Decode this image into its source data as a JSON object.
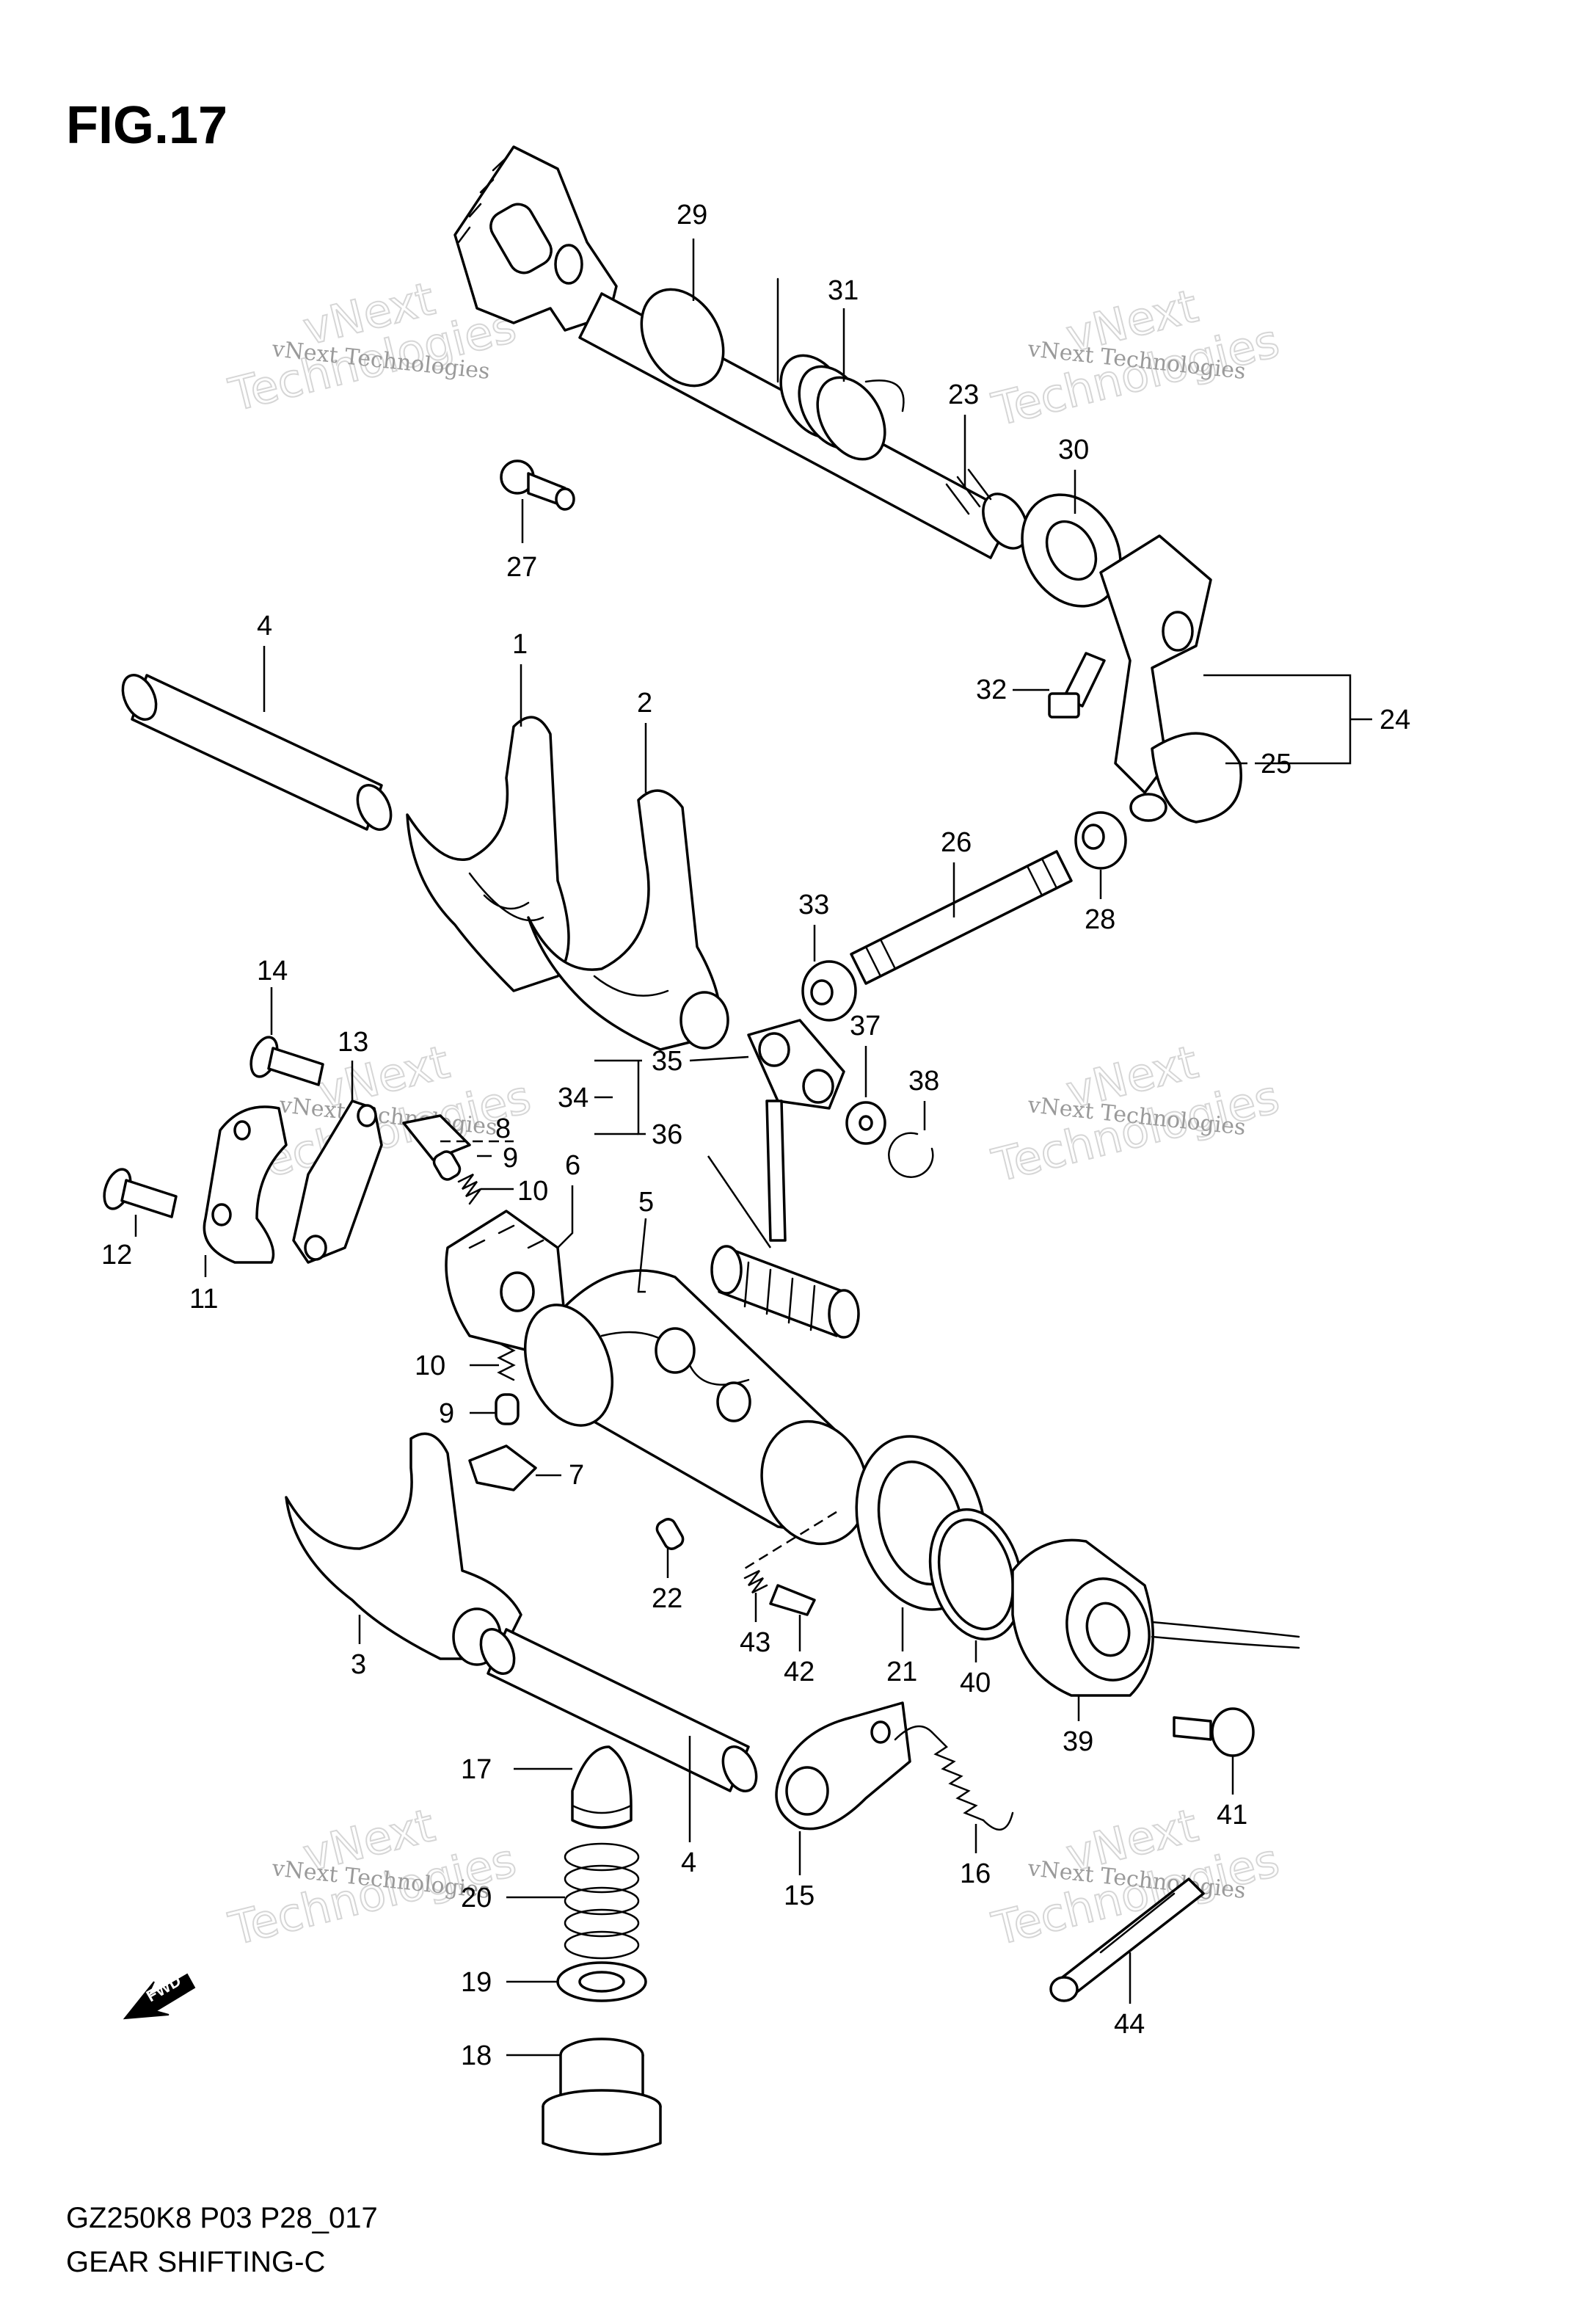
{
  "figure": {
    "title": "FIG.17"
  },
  "footer": {
    "code": "GZ250K8 P03 P28_017",
    "name": "GEAR SHIFTING-C"
  },
  "watermark": {
    "small": "vNext Technologies",
    "big": "vNext\nTechnologies"
  },
  "fwd_label": "FWD",
  "callouts": [
    {
      "id": "c29",
      "label": "29"
    },
    {
      "id": "c31",
      "label": "31"
    },
    {
      "id": "c23",
      "label": "23"
    },
    {
      "id": "c30",
      "label": "30"
    },
    {
      "id": "c27",
      "label": "27"
    },
    {
      "id": "c4a",
      "label": "4"
    },
    {
      "id": "c1",
      "label": "1"
    },
    {
      "id": "c2",
      "label": "2"
    },
    {
      "id": "c32",
      "label": "32"
    },
    {
      "id": "c24",
      "label": "24"
    },
    {
      "id": "c25",
      "label": "25"
    },
    {
      "id": "c26",
      "label": "26"
    },
    {
      "id": "c33",
      "label": "33"
    },
    {
      "id": "c28",
      "label": "28"
    },
    {
      "id": "c14",
      "label": "14"
    },
    {
      "id": "c13",
      "label": "13"
    },
    {
      "id": "c8",
      "label": "8"
    },
    {
      "id": "c9a",
      "label": "9"
    },
    {
      "id": "c10a",
      "label": "10"
    },
    {
      "id": "c12",
      "label": "12"
    },
    {
      "id": "c11",
      "label": "11"
    },
    {
      "id": "c6",
      "label": "6"
    },
    {
      "id": "c35",
      "label": "35"
    },
    {
      "id": "c34",
      "label": "34"
    },
    {
      "id": "c36",
      "label": "36"
    },
    {
      "id": "c37",
      "label": "37"
    },
    {
      "id": "c38",
      "label": "38"
    },
    {
      "id": "c5",
      "label": "5"
    },
    {
      "id": "c10b",
      "label": "10"
    },
    {
      "id": "c9b",
      "label": "9"
    },
    {
      "id": "c7",
      "label": "7"
    },
    {
      "id": "c3",
      "label": "3"
    },
    {
      "id": "c22",
      "label": "22"
    },
    {
      "id": "c43",
      "label": "43"
    },
    {
      "id": "c42",
      "label": "42"
    },
    {
      "id": "c21",
      "label": "21"
    },
    {
      "id": "c40",
      "label": "40"
    },
    {
      "id": "c39",
      "label": "39"
    },
    {
      "id": "c41",
      "label": "41"
    },
    {
      "id": "c17",
      "label": "17"
    },
    {
      "id": "c4b",
      "label": "4"
    },
    {
      "id": "c15",
      "label": "15"
    },
    {
      "id": "c16",
      "label": "16"
    },
    {
      "id": "c20",
      "label": "20"
    },
    {
      "id": "c19",
      "label": "19"
    },
    {
      "id": "c18",
      "label": "18"
    },
    {
      "id": "c44",
      "label": "44"
    }
  ]
}
